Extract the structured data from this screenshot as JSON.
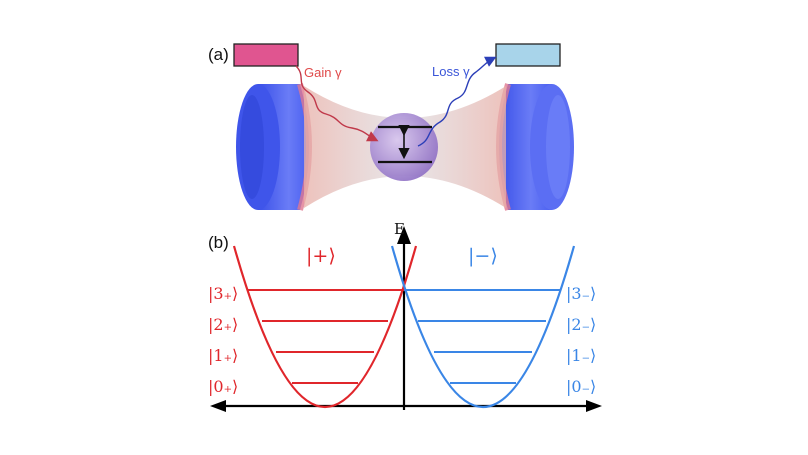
{
  "panel_a": {
    "label": "(a)",
    "gain_label": "Gain γ",
    "loss_label": "Loss γ",
    "colors": {
      "gain_box": "#e05590",
      "loss_box": "#a8d4ea",
      "gain_arrow": "#c0394a",
      "loss_arrow": "#2c3fb8",
      "mirror": "#4a5ff0",
      "beam": "#d4c8c8",
      "atom": "#a98bd0"
    }
  },
  "panel_b": {
    "label": "(b)",
    "energy_axis_label": "E",
    "plus_state": "|+⟩",
    "minus_state": "|−⟩",
    "plus_levels": [
      "|0₊⟩",
      "|1₊⟩",
      "|2₊⟩",
      "|3₊⟩"
    ],
    "minus_levels": [
      "|0₋⟩",
      "|1₋⟩",
      "|2₋⟩",
      "|3₋⟩"
    ],
    "colors": {
      "plus": "#e0262b",
      "minus": "#3a86e6",
      "axis": "#000000"
    }
  }
}
